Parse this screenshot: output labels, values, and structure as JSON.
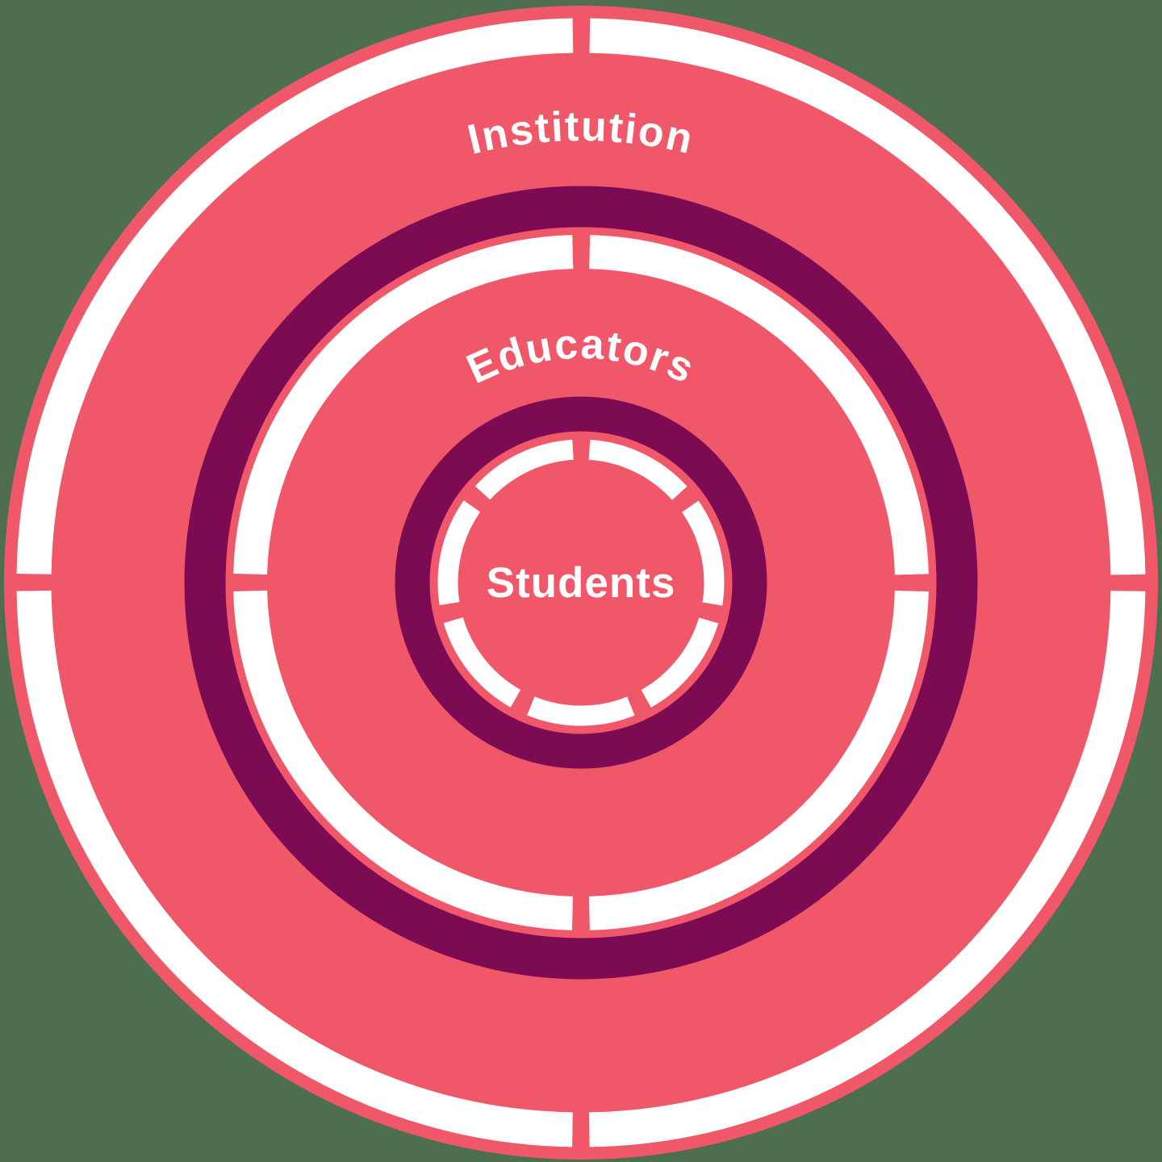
{
  "diagram": {
    "rings": [
      {
        "label": "Institution",
        "level": "outer"
      },
      {
        "label": "Educators",
        "level": "middle"
      },
      {
        "label": "Students",
        "level": "inner"
      }
    ]
  },
  "colors": {
    "background": "#4e6e50",
    "disc": "#f0586a",
    "boundary": "#7c0b54",
    "segment_ring": "#ffffff",
    "label_text": "#ffffff"
  }
}
